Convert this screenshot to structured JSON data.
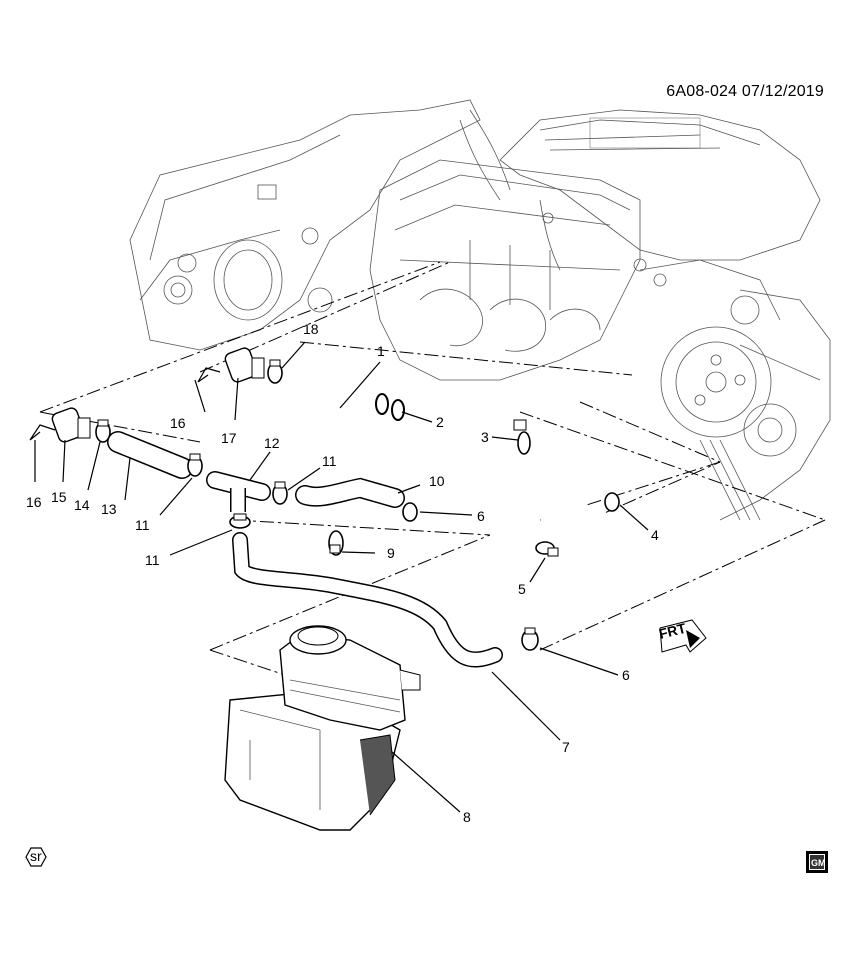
{
  "diagram_code": "6A08-024",
  "diagram_date": "07/12/2019",
  "callouts": [
    "1",
    "2",
    "3",
    "4",
    "5",
    "6",
    "6",
    "7",
    "8",
    "9",
    "10",
    "11",
    "11",
    "11",
    "12",
    "13",
    "14",
    "15",
    "16",
    "16",
    "17",
    "18"
  ],
  "front_indicator": "FRT",
  "sr_badge": "sr",
  "gm_logo": "GM"
}
